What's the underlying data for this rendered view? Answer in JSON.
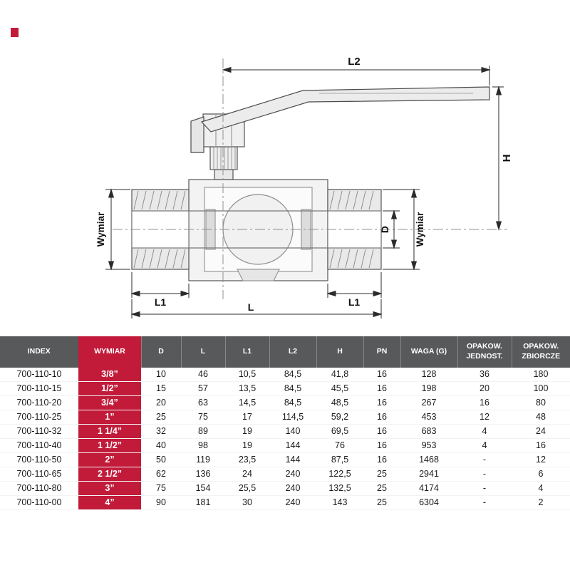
{
  "colors": {
    "accent_red": "#c21b3a",
    "header_gray": "#58595b",
    "background": "#ffffff"
  },
  "drawing": {
    "labels": {
      "L2": "L2",
      "H": "H",
      "D": "D",
      "L": "L",
      "L1_left": "L1",
      "L1_right": "L1",
      "wymiar_left": "Wymiar",
      "wymiar_right": "Wymiar"
    }
  },
  "table": {
    "headers": [
      {
        "key": "index",
        "label": "INDEX",
        "accent": false
      },
      {
        "key": "wymiar",
        "label": "WYMIAR",
        "accent": true
      },
      {
        "key": "d",
        "label": "D",
        "accent": false
      },
      {
        "key": "l",
        "label": "L",
        "accent": false
      },
      {
        "key": "l1",
        "label": "L1",
        "accent": false
      },
      {
        "key": "l2",
        "label": "L2",
        "accent": false
      },
      {
        "key": "h",
        "label": "H",
        "accent": false
      },
      {
        "key": "pn",
        "label": "PN",
        "accent": false
      },
      {
        "key": "waga",
        "label": "WAGA (G)",
        "accent": false
      },
      {
        "key": "opakow-jednost",
        "label": "OPAKOW. JEDNOST.",
        "accent": false
      },
      {
        "key": "opakow-zbiorcze",
        "label": "OPAKOW. ZBIORCZE",
        "accent": false
      }
    ],
    "rows": [
      [
        "700-110-10",
        "3/8”",
        "10",
        "46",
        "10,5",
        "84,5",
        "41,8",
        "16",
        "128",
        "36",
        "180"
      ],
      [
        "700-110-15",
        "1/2”",
        "15",
        "57",
        "13,5",
        "84,5",
        "45,5",
        "16",
        "198",
        "20",
        "100"
      ],
      [
        "700-110-20",
        "3/4”",
        "20",
        "63",
        "14,5",
        "84,5",
        "48,5",
        "16",
        "267",
        "16",
        "80"
      ],
      [
        "700-110-25",
        "1”",
        "25",
        "75",
        "17",
        "114,5",
        "59,2",
        "16",
        "453",
        "12",
        "48"
      ],
      [
        "700-110-32",
        "1 1/4”",
        "32",
        "89",
        "19",
        "140",
        "69,5",
        "16",
        "683",
        "4",
        "24"
      ],
      [
        "700-110-40",
        "1 1/2”",
        "40",
        "98",
        "19",
        "144",
        "76",
        "16",
        "953",
        "4",
        "16"
      ],
      [
        "700-110-50",
        "2”",
        "50",
        "119",
        "23,5",
        "144",
        "87,5",
        "16",
        "1468",
        "-",
        "12"
      ],
      [
        "700-110-65",
        "2 1/2”",
        "62",
        "136",
        "24",
        "240",
        "122,5",
        "25",
        "2941",
        "-",
        "6"
      ],
      [
        "700-110-80",
        "3”",
        "75",
        "154",
        "25,5",
        "240",
        "132,5",
        "25",
        "4174",
        "-",
        "4"
      ],
      [
        "700-110-00",
        "4”",
        "90",
        "181",
        "30",
        "240",
        "143",
        "25",
        "6304",
        "-",
        "2"
      ]
    ]
  }
}
